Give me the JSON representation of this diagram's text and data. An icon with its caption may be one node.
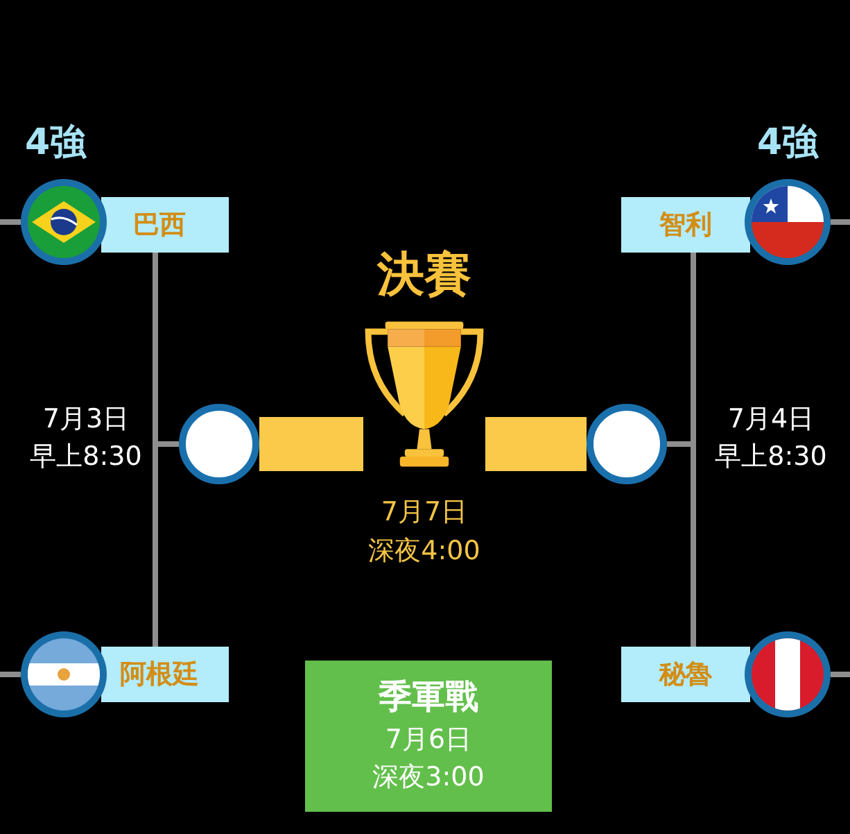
{
  "diagram": {
    "nodes": [
      {
        "text": [],
        "shape": "picture"
      },
      {
        "text": [
          "巴西"
        ]
      },
      {
        "text": [
          "智利"
        ]
      },
      {
        "text": [],
        "shape": "picture"
      },
      {
        "text": [
          "決賽"
        ],
        "beside": [
          "7月7日",
          "深夜4:00"
        ]
      },
      {
        "text": [],
        "shape": "circle"
      },
      {
        "text": [],
        "shape": "circle"
      },
      {
        "text": [],
        "shape": "picture"
      },
      {
        "text": [
          "阿根廷"
        ]
      },
      {
        "text": [
          "秘魯"
        ]
      },
      {
        "text": [],
        "shape": "picture"
      },
      {
        "text": [
          "季軍戰",
          "7月6日",
          "深夜3:00"
        ]
      }
    ],
    "edges": [
      {
        "from": null,
        "to": 0,
        "arrow": "none"
      },
      {
        "from": 3,
        "to": null,
        "arrow": "none"
      },
      {
        "from": 1,
        "to": 5,
        "arrow": "none"
      },
      {
        "from": 8,
        "to": 5,
        "arrow": "none"
      },
      {
        "from": 2,
        "to": 6,
        "arrow": "none"
      },
      {
        "from": 9,
        "to": 6,
        "arrow": "none"
      },
      {
        "from": 5,
        "to": 4,
        "arrow": "none",
        "style": "thick",
        "color": "#fbca4a"
      },
      {
        "from": 6,
        "to": 4,
        "arrow": "none",
        "style": "thick",
        "color": "#fbca4a"
      },
      {
        "from": null,
        "to": 7,
        "arrow": "none"
      },
      {
        "from": 10,
        "to": null,
        "arrow": "none"
      }
    ],
    "labels": [
      "4強",
      "4強",
      "7月3日",
      "早上8:30",
      "7月4日",
      "早上8:30"
    ]
  }
}
